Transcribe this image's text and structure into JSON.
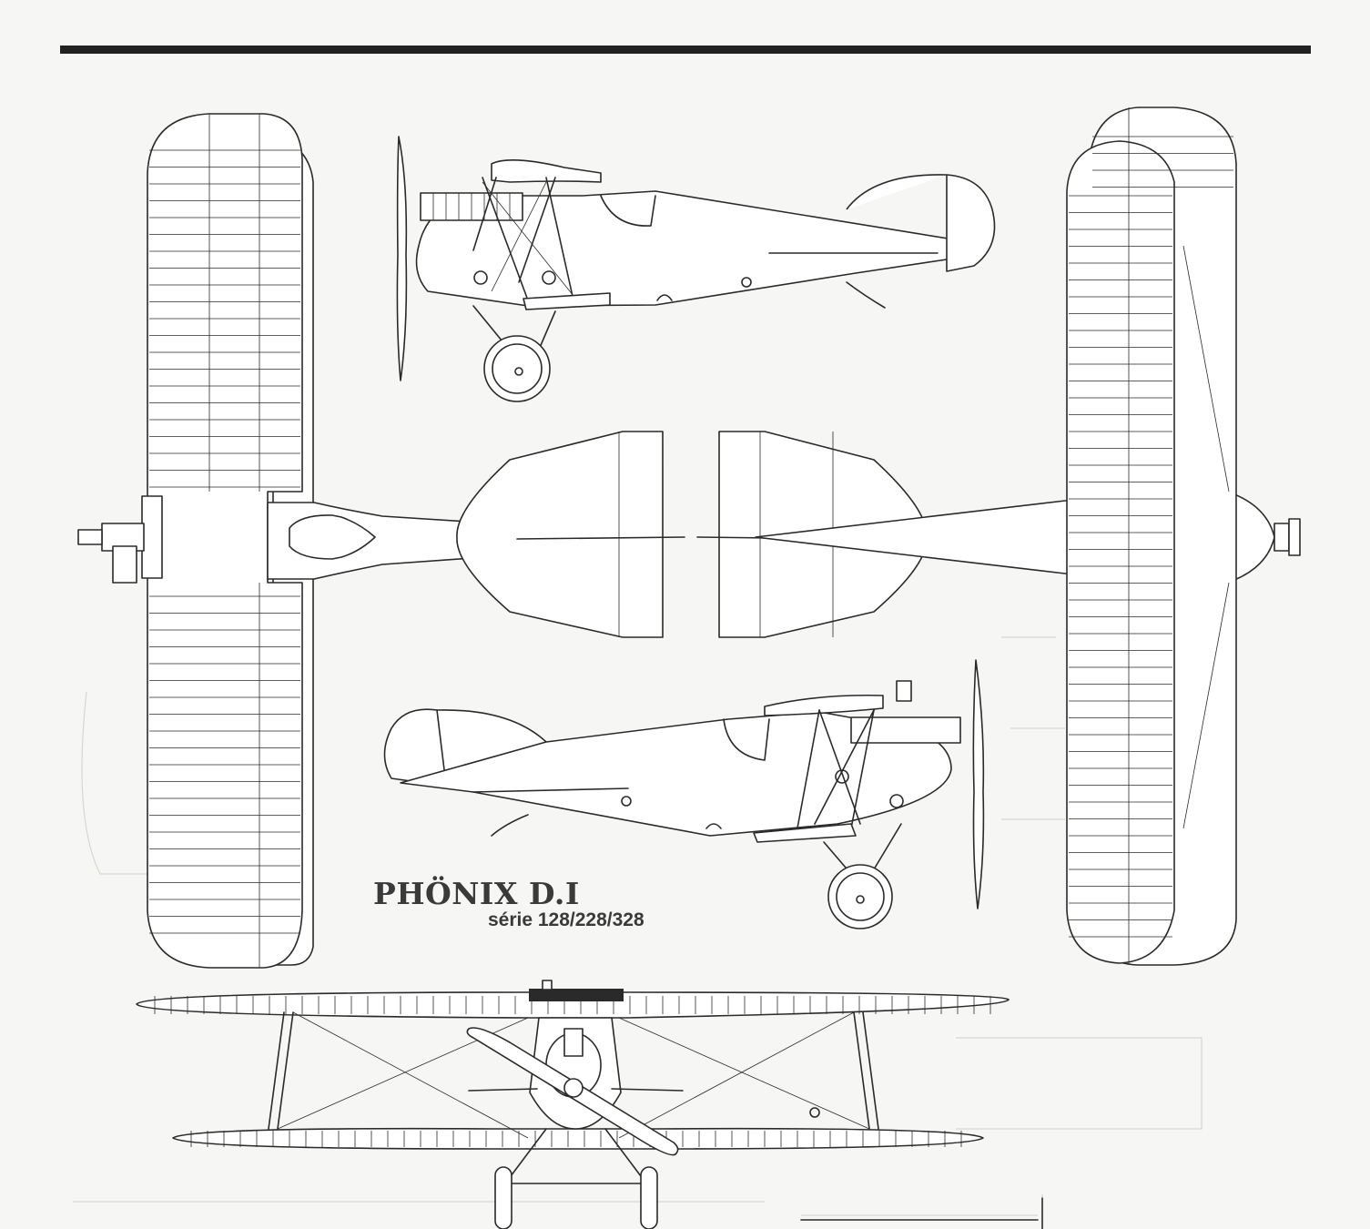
{
  "title": {
    "main": "PHÖNIX D.I",
    "sub": "série 128/228/328"
  },
  "colors": {
    "paper": "#f6f6f4",
    "ink": "#2a2a2a",
    "header_bar": "#222222",
    "title_text": "#3a3a3a"
  },
  "views": [
    "top-wing-plan-left",
    "side-view-upper",
    "plan-view-fuselage",
    "side-view-lower",
    "bottom-wing-plan-right",
    "front-view"
  ]
}
